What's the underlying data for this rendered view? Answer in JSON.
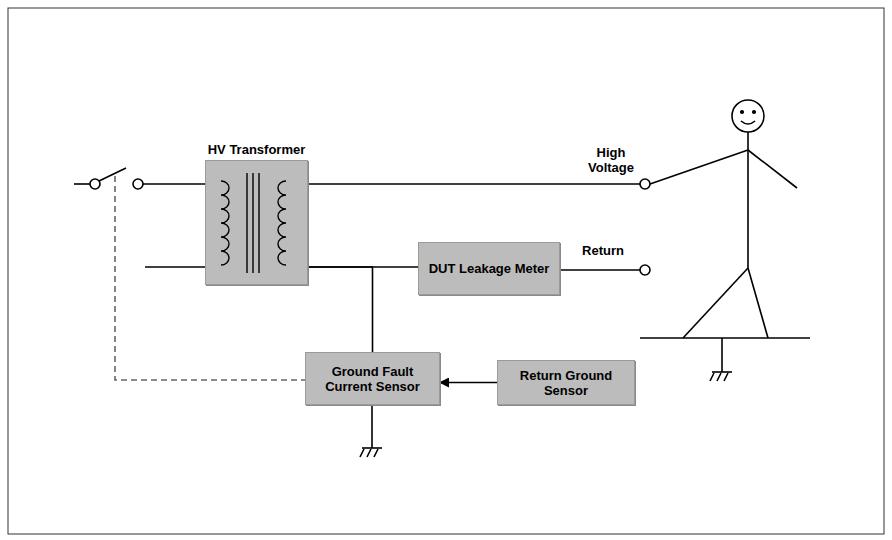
{
  "diagram": {
    "nodes": [
      {
        "text": [
          "HV Transformer"
        ]
      },
      {
        "text": [
          "DUT Leakage Meter"
        ]
      },
      {
        "text": [
          "Ground Fault Current Sensor"
        ]
      },
      {
        "text": [
          "Return Ground Sensor"
        ]
      }
    ],
    "edges": [
      {
        "from": 0,
        "to": 1,
        "arrow": "none"
      },
      {
        "from": 0,
        "to": 2,
        "arrow": "none"
      },
      {
        "from": 3,
        "to": 2,
        "arrow": "to"
      }
    ],
    "labels": [
      "High Voltage",
      "Return"
    ]
  }
}
